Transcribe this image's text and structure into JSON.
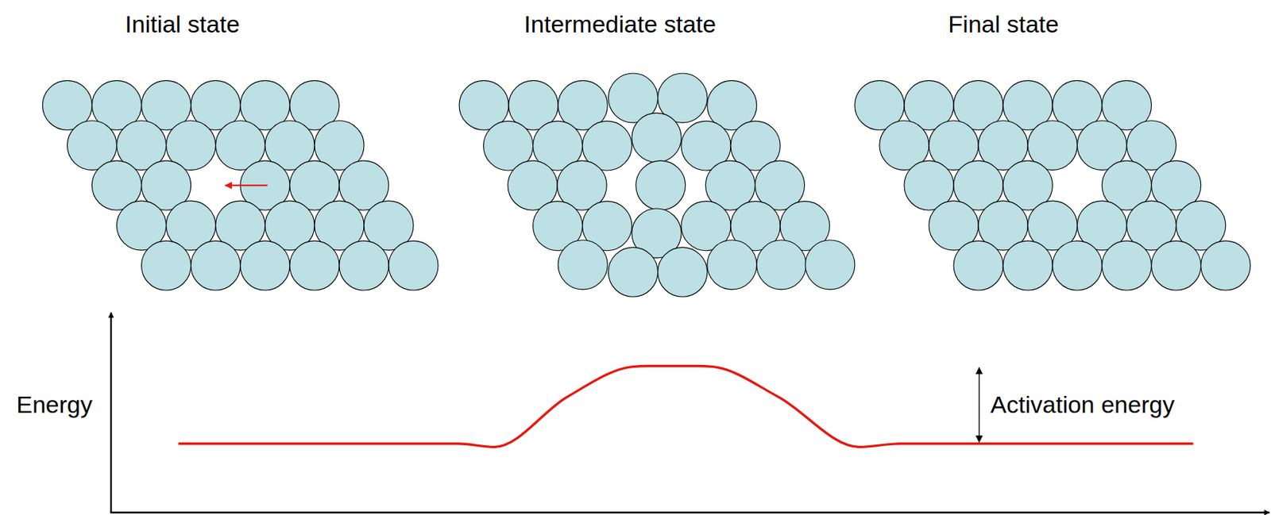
{
  "diagram": {
    "labels": [
      "Initial state",
      "Intermediate state",
      "Final state",
      "Energy",
      "Activation energy"
    ]
  }
}
